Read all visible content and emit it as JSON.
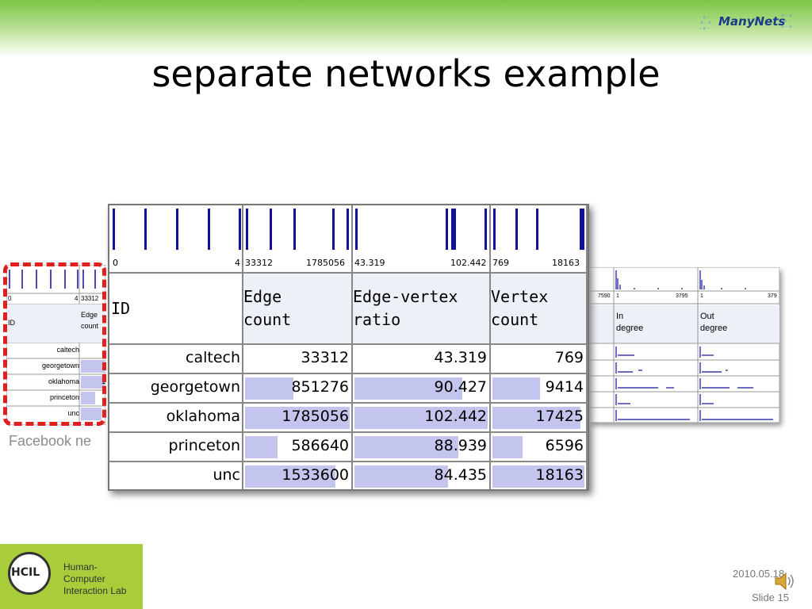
{
  "slide": {
    "title": "separate networks example",
    "caption": "Facebook ne",
    "date": "2010.05.18",
    "slide_no": "Slide 15",
    "logo_text": "ManyNets",
    "hcil": {
      "letters": "HCIL",
      "line1": "Human-",
      "line2": "Computer",
      "line3": "Interaction Lab"
    }
  },
  "main_table": {
    "id_header": "ID",
    "columns": [
      {
        "header1": "Edge",
        "header2": "count",
        "min": "33312",
        "max": "1785056"
      },
      {
        "header1": "Edge-vertex",
        "header2": "ratio",
        "min": "43.319",
        "max": "102.442"
      },
      {
        "header1": "Vertex",
        "header2": "count",
        "min": "769",
        "max": "18163"
      }
    ],
    "id_range": {
      "min": "0",
      "max": "4"
    },
    "rows": [
      {
        "id": "caltech",
        "values": [
          "33312",
          "43.319",
          "769"
        ],
        "fill": [
          0.0,
          0.0,
          0.0
        ]
      },
      {
        "id": "georgetown",
        "values": [
          "851276",
          "90.427",
          "9414"
        ],
        "fill": [
          0.46,
          0.81,
          0.52
        ]
      },
      {
        "id": "oklahoma",
        "values": [
          "1785056",
          "102.442",
          "17425"
        ],
        "fill": [
          1.0,
          1.0,
          0.96
        ]
      },
      {
        "id": "princeton",
        "values": [
          "586640",
          "88.939",
          "6596"
        ],
        "fill": [
          0.31,
          0.78,
          0.33
        ]
      },
      {
        "id": "unc",
        "values": [
          "1533600",
          "84.435",
          "18163"
        ],
        "fill": [
          0.86,
          0.7,
          1.0
        ]
      }
    ]
  },
  "small_table": {
    "id_header": "ID",
    "col_header1": "Edge",
    "col_header2": "count",
    "range_min": "0",
    "range_max": "4",
    "col_min": "33312",
    "rows": [
      "caltech",
      "georgetown",
      "oklahoma",
      "princeton",
      "unc"
    ],
    "partial_values": [
      "",
      "",
      "1",
      "",
      "1"
    ]
  },
  "right_table": {
    "range_partial": "7590",
    "col1": {
      "header1": "In",
      "header2": "degree",
      "min": "1",
      "max": "3795"
    },
    "col2": {
      "header1": "Out",
      "header2": "degree",
      "min": "1",
      "max": "379"
    }
  },
  "colors": {
    "accent_bar": "#c3c5ee",
    "tick": "#10109a",
    "dash": "#e02020",
    "green": "#7cc644"
  }
}
